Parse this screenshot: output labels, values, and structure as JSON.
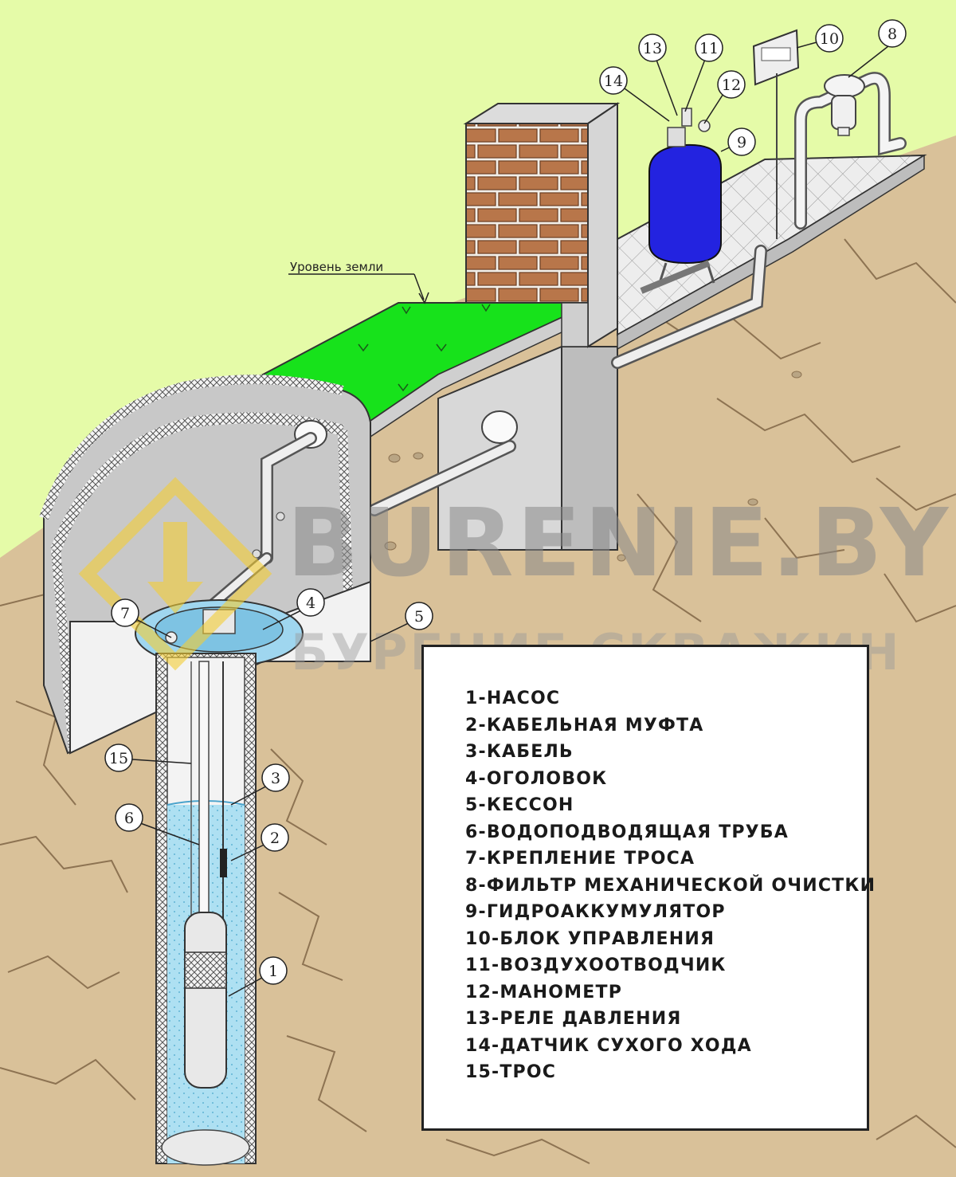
{
  "ground_label": "Уровень земли",
  "watermark": {
    "title": "BURENIE.BY",
    "subtitle": "БУРЕНИЕ СКВАЖИН"
  },
  "colors": {
    "sky": "#e5fba8",
    "soil": "#d9c199",
    "grass": "#17e21b",
    "brick": "#b8764a",
    "tank": "#2323e0",
    "water": "#aee0f2"
  },
  "callouts": [
    "1",
    "2",
    "3",
    "4",
    "5",
    "6",
    "7",
    "8",
    "9",
    "10",
    "11",
    "12",
    "13",
    "14",
    "15"
  ],
  "legend": [
    "1-НАСОС",
    "2-КАБЕЛЬНАЯ МУФТА",
    "3-КАБЕЛЬ",
    "4-ОГОЛОВОК",
    "5-КЕССОН",
    "6-ВОДОПОДВОДЯЩАЯ ТРУБА",
    "7-КРЕПЛЕНИЕ ТРОСА",
    "8-ФИЛЬТР МЕХАНИЧЕСКОЙ ОЧИСТКИ",
    "9-ГИДРОАККУМУЛЯТОР",
    "10-БЛОК УПРАВЛЕНИЯ",
    "11-ВОЗДУХООТВОДЧИК",
    "12-МАНОМЕТР",
    "13-РЕЛЕ ДАВЛЕНИЯ",
    "14-ДАТЧИК СУХОГО ХОДА",
    "15-ТРОС"
  ]
}
